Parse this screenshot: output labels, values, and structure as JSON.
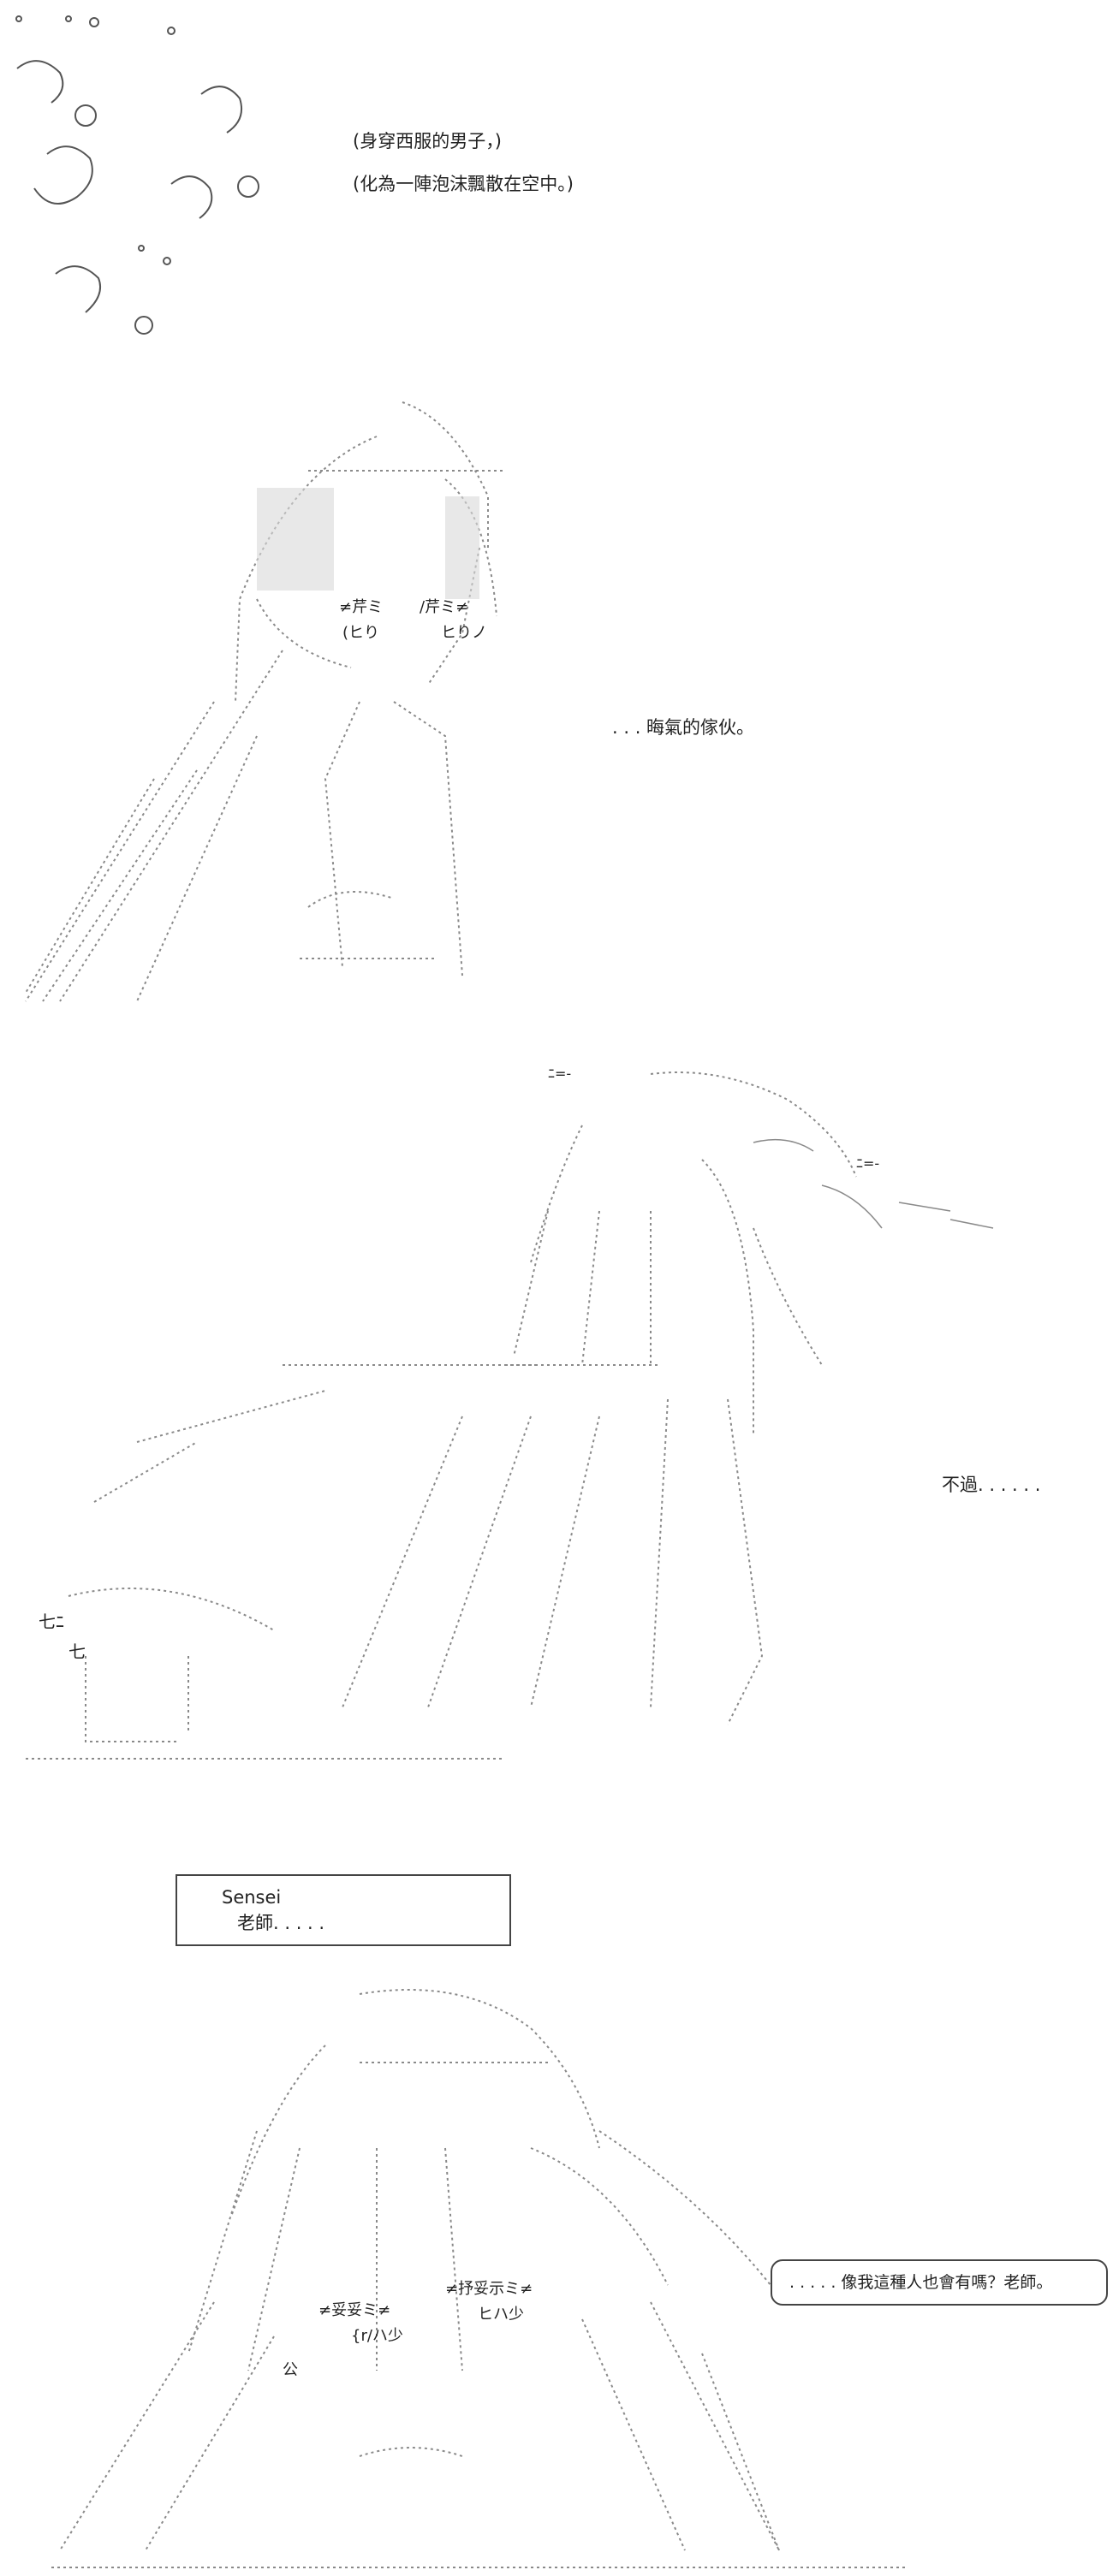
{
  "panel1": {
    "caption_line1": "(身穿西服的男子，)",
    "caption_line2": "(化為一陣泡沫飄散在空中。)"
  },
  "panel2": {
    "speech": ". . . 晦氣的傢伙。",
    "face_left_eye": "≠芹ミ",
    "face_right_eye": "/芹ミ≠",
    "face_left_sub": "(ヒり",
    "face_right_sub": "ヒりノ"
  },
  "panel3": {
    "speech": "不過. . . . . .",
    "motion_text_1": "ﾆ=-",
    "motion_text_2": "ﾆ=-",
    "side_text": "七ﾆ",
    "side_text_2": "七"
  },
  "panel4": {
    "box_line1": "Sensei",
    "box_line2": "老師. . . . .",
    "speech": ". . . . . 像我這種人也會有嗎？老師。",
    "face_left_eye": "≠妥妥ミ≠",
    "face_right_eye": "≠抒妥示ミ≠",
    "face_left_sub": "{r/ハ少",
    "face_right_sub": "ヒハ少",
    "chin_mark": "公"
  },
  "colors": {
    "ink": "#222222",
    "art": "#9a9a9a",
    "paper": "#ffffff"
  }
}
